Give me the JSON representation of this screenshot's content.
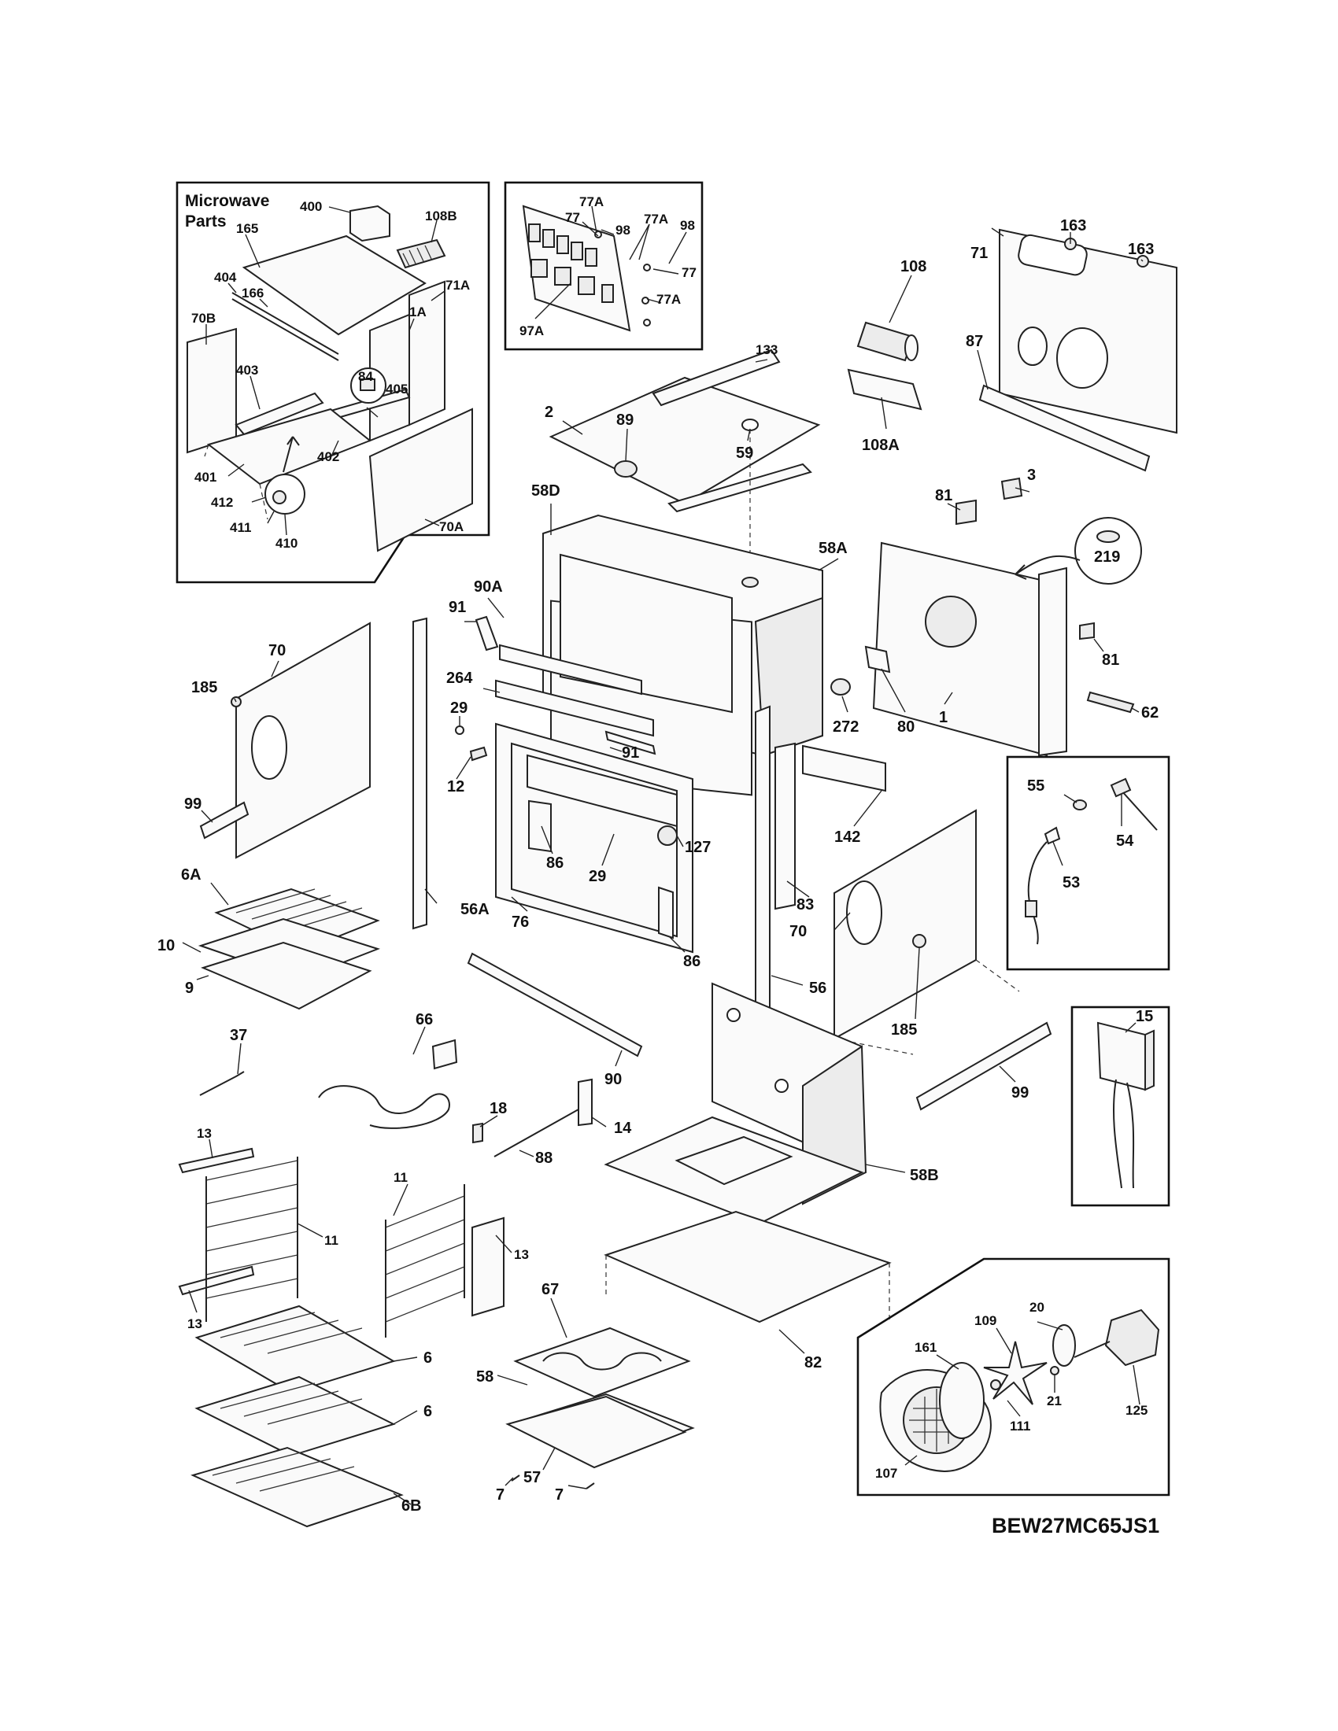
{
  "model_number": "BEW27MC65JS1",
  "microwave_box": {
    "title_line1": "Microwave",
    "title_line2": "Parts"
  },
  "callouts": {
    "microwave": [
      "400",
      "108B",
      "165",
      "404",
      "166",
      "71A",
      "70B",
      "1A",
      "403",
      "84",
      "405",
      "402",
      "401",
      "412",
      "411",
      "410",
      "70A"
    ],
    "control_board": [
      "77A",
      "77",
      "98",
      "77A",
      "98",
      "77",
      "77A",
      "97A"
    ],
    "main": [
      "163",
      "163",
      "71",
      "108",
      "87",
      "133",
      "89",
      "2",
      "59",
      "108A",
      "58D",
      "81",
      "3",
      "219",
      "58A",
      "91",
      "90A",
      "70",
      "185",
      "264",
      "29",
      "91",
      "81",
      "62",
      "272",
      "80",
      "1",
      "12",
      "99",
      "127",
      "142",
      "86",
      "29",
      "83",
      "6A",
      "56A",
      "76",
      "86",
      "10",
      "70",
      "9",
      "56",
      "185",
      "37",
      "66",
      "90",
      "99",
      "18",
      "14",
      "88",
      "58B",
      "13",
      "11",
      "11",
      "13",
      "13",
      "67",
      "82",
      "6",
      "58",
      "6",
      "57",
      "7",
      "7",
      "6B"
    ],
    "probe_box": [
      "55",
      "54",
      "53"
    ],
    "switch_box": [
      "15"
    ],
    "fan_box": [
      "20",
      "109",
      "161",
      "21",
      "125",
      "111",
      "107"
    ]
  }
}
